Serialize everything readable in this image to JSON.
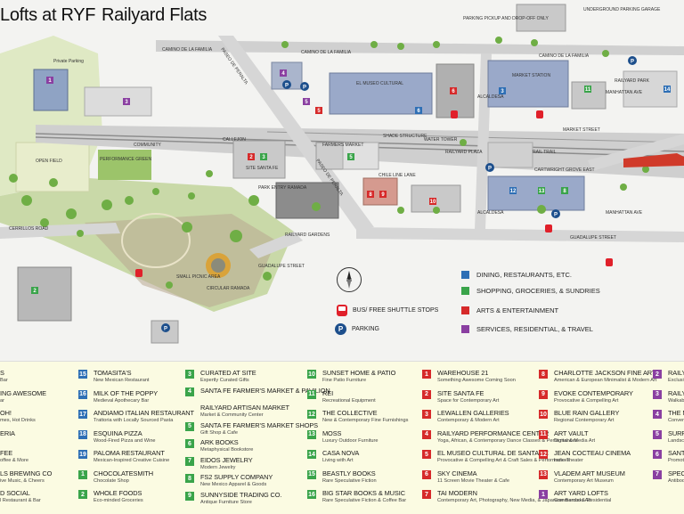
{
  "titles": {
    "left": "Lofts at RYF",
    "right": "Railyard Flats"
  },
  "legend": [
    {
      "label": "DINING, RESTAURANTS, ETC.",
      "color": "#2e6fb5"
    },
    {
      "label": "SHOPPING, GROCERIES, & SUNDRIES",
      "color": "#3aa44a"
    },
    {
      "label": "ARTS & ENTERTAINMENT",
      "color": "#d62a2a"
    },
    {
      "label": "SERVICES, RESIDENTIAL, & TRAVEL",
      "color": "#8a3fa1"
    }
  ],
  "keys": {
    "bus": "BUS/ FREE SHUTTLE STOPS",
    "parking": "PARKING"
  },
  "map_labels": {
    "camino_a": "CAMINO DE LA FAMILIA",
    "camino_b": "CAMINO DE LA FAMILIA",
    "camino_c": "CAMINO DE LA FAMILIA",
    "paseo_peralta": "PASEO DE PERALTA",
    "paseo_peralta_b": "PASEO DE PERALTA",
    "el_museo": "EL MUSEO CULTURAL",
    "market_station": "MARKET STATION",
    "market_street": "MARKET STREET",
    "calleion": "CALLEJON",
    "shade_structure": "SHADE STRUCTURE",
    "farmers_market": "FARMERS MARKET",
    "water_tower": "WATER TOWER",
    "railyard_plaza": "RAILYARD PLAZA",
    "chile_line": "CHILE LINE LANE",
    "open_field": "OPEN FIELD",
    "performance_green": "PERFORMANCE GREEN",
    "community": "COMMUNITY",
    "site_santa_fe": "SITE SANTA FE",
    "park_entry": "PARK ENTRY RAMADA",
    "cerrillos": "CERRILLOS ROAD",
    "guadalupe_a": "GUADALUPE STREET",
    "guadalupe_b": "GUADALUPE STREET",
    "alcaldesa": "ALCALDESA",
    "alcaldesa_b": "ALCALDESA",
    "manhattan": "MANHATTAN AVE",
    "manhattan_b": "MANHATTAN AVE",
    "rail_trail": "RAIL TRAIL",
    "railyard_gardens": "RAILYARD GARDENS",
    "small_picnic": "SMALL PICNIC AREA",
    "circular_ramada": "CIRCULAR RAMADA",
    "private_parking": "Private Parking",
    "parking_pickup": "PARKING PICKUP AND DROP-OFF ONLY",
    "underground": "UNDERGROUND PARKING GARAGE",
    "cartwright": "CARTWRIGHT GROVE EAST",
    "railyard_park": "RAILYARD PARK"
  },
  "directory": [
    [
      {
        "n": "",
        "c": "bl",
        "name": "S",
        "desc": "Bar"
      },
      {
        "n": "",
        "c": "bl",
        "name": "ING AWESOME",
        "desc": "ar"
      },
      {
        "n": "",
        "c": "bl",
        "name": "OH!",
        "desc": "mes, Hot Drinks"
      },
      {
        "n": "",
        "c": "bl",
        "name": "ERIA",
        "desc": ""
      },
      {
        "n": "",
        "c": "bl",
        "name": "FEE",
        "desc": "offee & More"
      },
      {
        "n": "",
        "c": "bl",
        "name": "LS BREWING CO",
        "desc": "ive Music, & Cheers"
      },
      {
        "n": "",
        "c": "bl",
        "name": "D SOCIAL",
        "desc": "l Restaurant & Bar"
      }
    ],
    [
      {
        "n": "15",
        "c": "bl",
        "name": "TOMASITA'S",
        "desc": "New Mexican Restaurant"
      },
      {
        "n": "16",
        "c": "bl",
        "name": "MILK OF THE POPPY",
        "desc": "Medieval Apothecary Bar"
      },
      {
        "n": "17",
        "c": "bl",
        "name": "ANDIAMO ITALIAN RESTAURANT",
        "desc": "Trattoria with Locally Sourced Pasta"
      },
      {
        "n": "18",
        "c": "bl",
        "name": "ESQUINA PIZZA",
        "desc": "Wood-Fired Pizza and Wine"
      },
      {
        "n": "19",
        "c": "bl",
        "name": "PALOMA RESTAURANT",
        "desc": "Mexican-Inspired Creative Cuisine"
      },
      {
        "n": "1",
        "c": "gr",
        "name": "CHOCOLATESMITH",
        "desc": "Chocolate Shop"
      },
      {
        "n": "2",
        "c": "gr",
        "name": "WHOLE FOODS",
        "desc": "Eco-minded Groceries"
      }
    ],
    [
      {
        "n": "3",
        "c": "gr",
        "name": "CURATED AT SITE",
        "desc": "Expertly Curated Gifts"
      },
      {
        "n": "4",
        "c": "gr",
        "name": "SANTA FE FARMER'S MARKET & PAVILION",
        "desc": ""
      },
      {
        "n": "",
        "c": "gr",
        "name": "RAILYARD ARTISAN MARKET",
        "desc": "Market & Community Center"
      },
      {
        "n": "5",
        "c": "gr",
        "name": "SANTA FE FARMER'S MARKET SHOPS",
        "desc": "Gift Shop & Cafe"
      },
      {
        "n": "6",
        "c": "gr",
        "name": "ARK BOOKS",
        "desc": "Metaphysical Bookstore"
      },
      {
        "n": "7",
        "c": "gr",
        "name": "EIDOS JEWELRY",
        "desc": "Modern Jewelry"
      },
      {
        "n": "8",
        "c": "gr",
        "name": "FS2 SUPPLY COMPANY",
        "desc": "New Mexico Apparel & Goods"
      },
      {
        "n": "9",
        "c": "gr",
        "name": "SUNNYSIDE TRADING CO.",
        "desc": "Antique Furniture Store"
      }
    ],
    [
      {
        "n": "10",
        "c": "gr",
        "name": "SUNSET HOME & PATIO",
        "desc": "Fine Patio Furniture"
      },
      {
        "n": "11",
        "c": "gr",
        "name": "REI",
        "desc": "Recreational Equipment"
      },
      {
        "n": "12",
        "c": "gr",
        "name": "THE COLLECTIVE",
        "desc": "New & Contemporary Fine Furnishings"
      },
      {
        "n": "13",
        "c": "gr",
        "name": "MOSS",
        "desc": "Luxury Outdoor Furniture"
      },
      {
        "n": "14",
        "c": "gr",
        "name": "CASA NOVA",
        "desc": "Living with Art"
      },
      {
        "n": "15",
        "c": "gr",
        "name": "BEASTLY BOOKS",
        "desc": "Rare Speculative Fiction"
      },
      {
        "n": "16",
        "c": "gr",
        "name": "BIG STAR BOOKS & MUSIC",
        "desc": "Rare Speculative Fiction & Coffee Bar"
      }
    ],
    [
      {
        "n": "1",
        "c": "rd",
        "name": "WAREHOUSE 21",
        "desc": "Something Awesome Coming Soon"
      },
      {
        "n": "2",
        "c": "rd",
        "name": "SITE SANTA FE",
        "desc": "Space for Contemporary Art"
      },
      {
        "n": "3",
        "c": "rd",
        "name": "LEWALLEN GALLERIES",
        "desc": "Contemporary & Modern Art"
      },
      {
        "n": "4",
        "c": "rd",
        "name": "RAILYARD PERFORMANCE CENTER",
        "desc": "Yoga, African, & Contemporary Dance Classes & Performances"
      },
      {
        "n": "5",
        "c": "rd",
        "name": "EL MUSEO CULTURAL DE SANTA FE",
        "desc": "Provocative & Compelling Art & Craft Sales & Performances"
      },
      {
        "n": "6",
        "c": "rd",
        "name": "SKY CINEMA",
        "desc": "11 Screen Movie Theater & Cafe"
      },
      {
        "n": "7",
        "c": "rd",
        "name": "TAI MODERN",
        "desc": "Contemporary Art, Photography, New Media, & Japanese Bamboo Art"
      }
    ],
    [
      {
        "n": "8",
        "c": "rd",
        "name": "CHARLOTTE JACKSON FINE ART",
        "desc": "American & European Minimalist & Modern Art"
      },
      {
        "n": "9",
        "c": "rd",
        "name": "EVOKE CONTEMPORARY",
        "desc": "Provocative & Compelling Art"
      },
      {
        "n": "10",
        "c": "rd",
        "name": "BLUE RAIN GALLERY",
        "desc": "Regional Contemporary Art"
      },
      {
        "n": "11",
        "c": "rd",
        "name": "ART VAULT",
        "desc": "Digital & Media Art"
      },
      {
        "n": "12",
        "c": "rd",
        "name": "JEAN COCTEAU CINEMA",
        "desc": "Indie Theater"
      },
      {
        "n": "13",
        "c": "rd",
        "name": "VLADEM ART MUSEUM",
        "desc": "Contemporary Art Museum"
      },
      {
        "n": "1",
        "c": "pu",
        "name": "ART YARD LOFTS",
        "desc": "Commercial & Residential"
      }
    ],
    [
      {
        "n": "2",
        "c": "pu",
        "name": "RAILYA",
        "desc": "Exclusive"
      },
      {
        "n": "3",
        "c": "pu",
        "name": "RAILYA",
        "desc": "Walkable"
      },
      {
        "n": "4",
        "c": "pu",
        "name": "THE NA",
        "desc": "Conven Through for Over"
      },
      {
        "n": "5",
        "c": "pu",
        "name": "SURRO",
        "desc": "Landscape & Interior"
      },
      {
        "n": "6",
        "c": "pu",
        "name": "SANTA MARKE",
        "desc": "Promotin Agricultu"
      },
      {
        "n": "7",
        "c": "pu",
        "name": "SPECIF",
        "desc": "Antibody"
      }
    ]
  ]
}
